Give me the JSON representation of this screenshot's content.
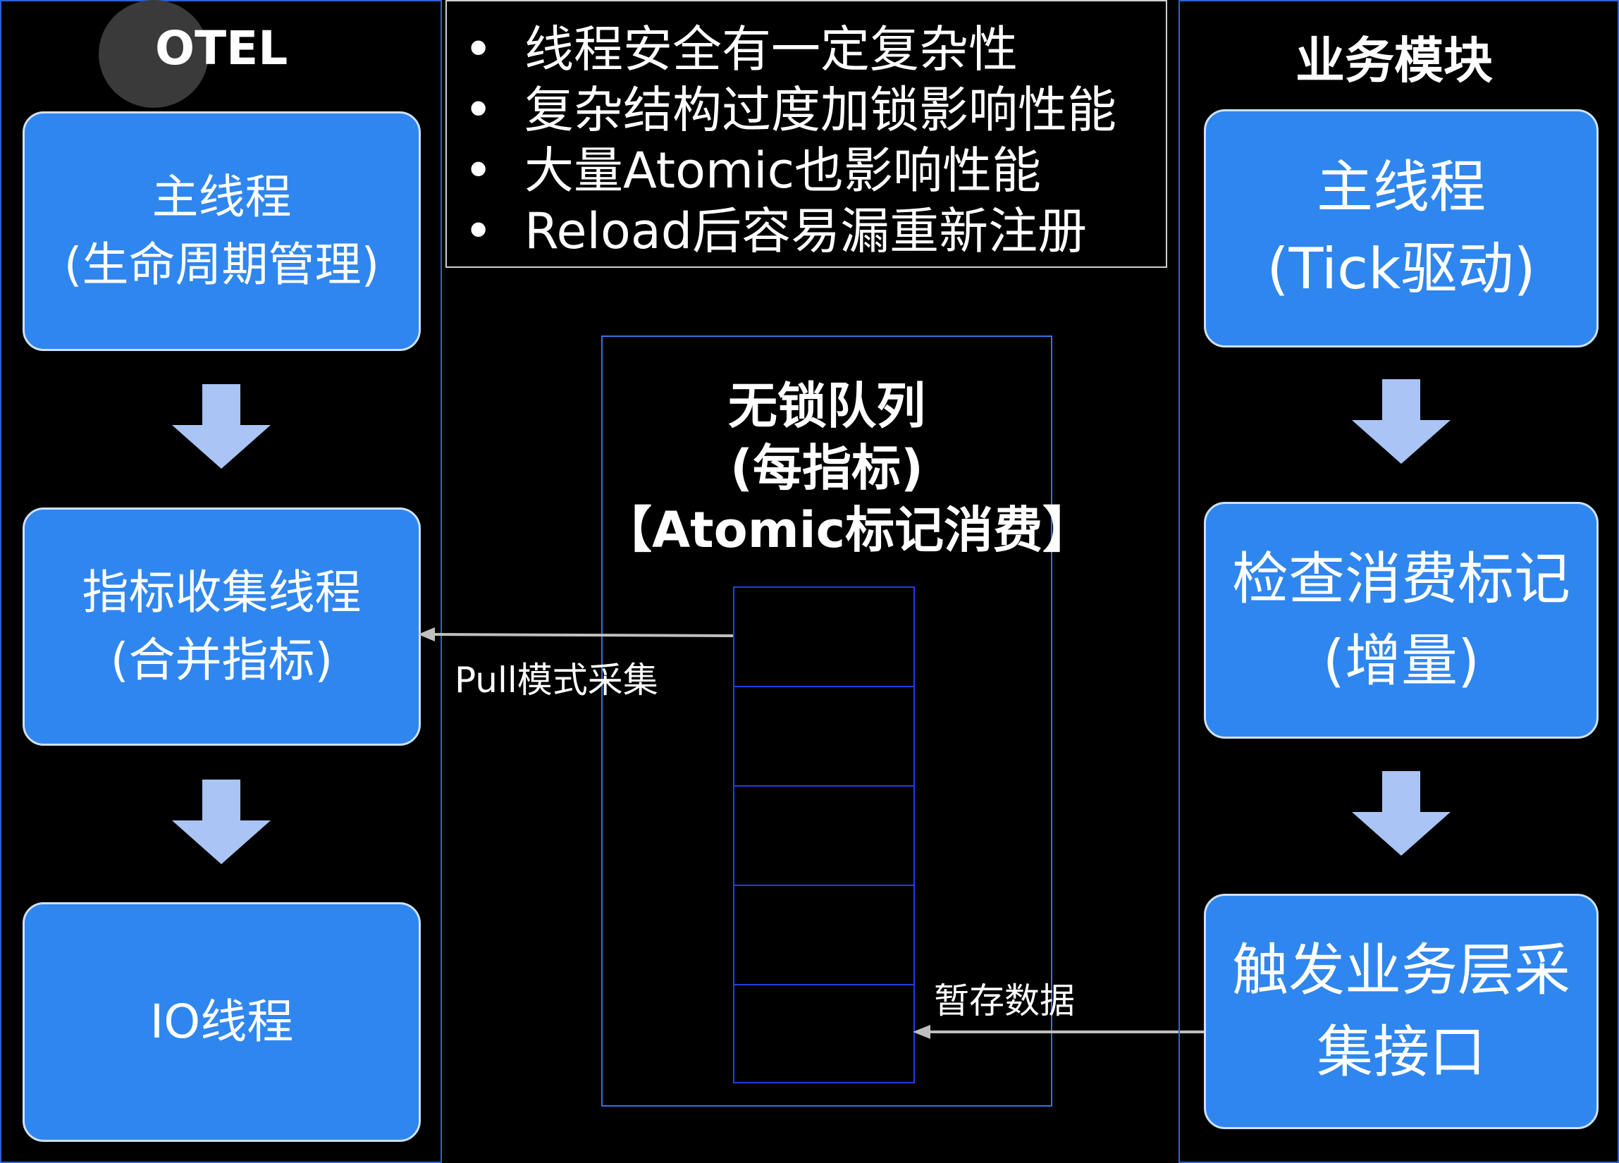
{
  "left": {
    "title": "OTEL",
    "box1": {
      "line1": "主线程",
      "line2": "(生命周期管理)"
    },
    "box2": {
      "line1": "指标收集线程",
      "line2": "(合并指标)"
    },
    "box3": {
      "line1": "IO线程"
    }
  },
  "notes": [
    "线程安全有一定复杂性",
    "复杂结构过度加锁影响性能",
    "大量Atomic也影响性能",
    "Reload后容易漏重新注册"
  ],
  "queue": {
    "line1": "无锁队列",
    "line2": "(每指标)",
    "line3": "【Atomic标记消费】"
  },
  "labels": {
    "pull": "Pull模式采集",
    "store": "暂存数据"
  },
  "right": {
    "title": "业务模块",
    "box1": {
      "line1": "主线程",
      "line2": "(Tick驱动)"
    },
    "box2": {
      "line1": "检查消费标记",
      "line2": "(增量)"
    },
    "box3": {
      "line1": "触发业务层采",
      "line2": "集接口"
    }
  },
  "colors": {
    "box_fill": "#2f86ee",
    "panel_border": "#2b63d6",
    "arrow_fill": "#a9c4f5",
    "queue_border": "#2f74e3"
  }
}
